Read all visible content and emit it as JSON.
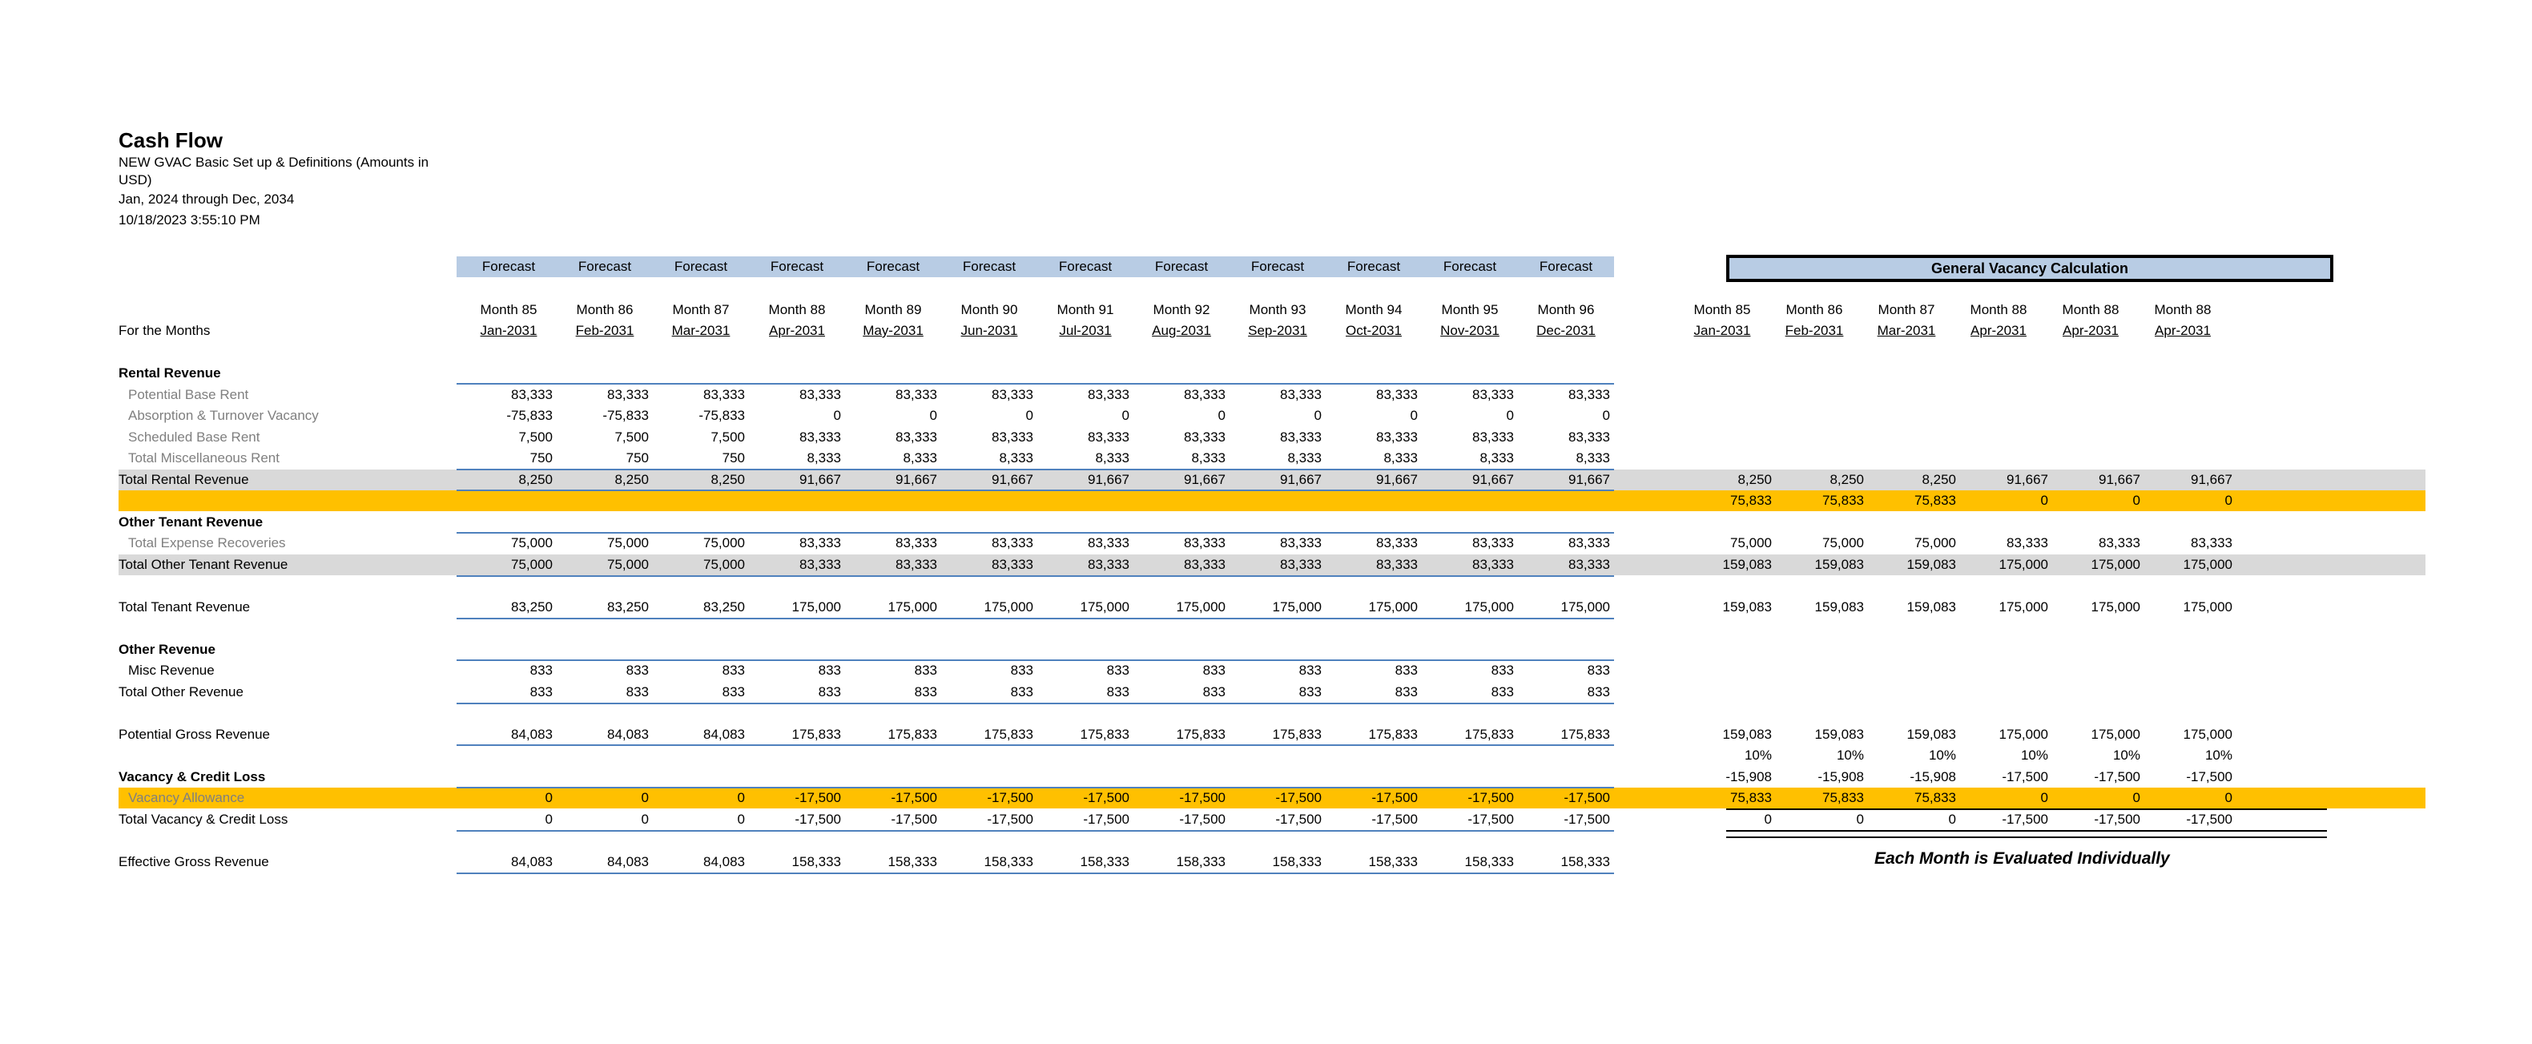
{
  "header": {
    "title": "Cash Flow",
    "subtitle_line1": "NEW GVAC Basic Set up & Definitions (Amounts in",
    "subtitle_line2": "USD)",
    "period": "Jan, 2024 through Dec, 2034",
    "timestamp": "10/18/2023 3:55:10 PM"
  },
  "forecast_label": "Forecast",
  "for_the_months": "For the Months",
  "months": [
    {
      "m": "Month 85",
      "d": "Jan-2031"
    },
    {
      "m": "Month 86",
      "d": "Feb-2031"
    },
    {
      "m": "Month 87",
      "d": "Mar-2031"
    },
    {
      "m": "Month 88",
      "d": "Apr-2031"
    },
    {
      "m": "Month 89",
      "d": "May-2031"
    },
    {
      "m": "Month 90",
      "d": "Jun-2031"
    },
    {
      "m": "Month 91",
      "d": "Jul-2031"
    },
    {
      "m": "Month 92",
      "d": "Aug-2031"
    },
    {
      "m": "Month 93",
      "d": "Sep-2031"
    },
    {
      "m": "Month 94",
      "d": "Oct-2031"
    },
    {
      "m": "Month 95",
      "d": "Nov-2031"
    },
    {
      "m": "Month 96",
      "d": "Dec-2031"
    }
  ],
  "gv": {
    "title": "General Vacancy Calculation",
    "months": [
      {
        "m": "Month 85",
        "d": "Jan-2031"
      },
      {
        "m": "Month 86",
        "d": "Feb-2031"
      },
      {
        "m": "Month 87",
        "d": "Mar-2031"
      },
      {
        "m": "Month 88",
        "d": "Apr-2031"
      },
      {
        "m": "Month 88",
        "d": "Apr-2031"
      },
      {
        "m": "Month 88",
        "d": "Apr-2031"
      }
    ],
    "note": "Each Month is Evaluated Individually"
  },
  "sections": {
    "rental_revenue": "Rental Revenue",
    "other_tenant_revenue": "Other Tenant Revenue",
    "other_revenue": "Other Revenue",
    "vacancy_credit_loss": "Vacancy & Credit Loss"
  },
  "rows": {
    "potential_base_rent": {
      "label": "Potential Base Rent",
      "v": [
        "83,333",
        "83,333",
        "83,333",
        "83,333",
        "83,333",
        "83,333",
        "83,333",
        "83,333",
        "83,333",
        "83,333",
        "83,333",
        "83,333"
      ]
    },
    "absorption": {
      "label": "Absorption & Turnover Vacancy",
      "v": [
        "-75,833",
        "-75,833",
        "-75,833",
        "0",
        "0",
        "0",
        "0",
        "0",
        "0",
        "0",
        "0",
        "0"
      ]
    },
    "scheduled_base_rent": {
      "label": "Scheduled Base Rent",
      "v": [
        "7,500",
        "7,500",
        "7,500",
        "83,333",
        "83,333",
        "83,333",
        "83,333",
        "83,333",
        "83,333",
        "83,333",
        "83,333",
        "83,333"
      ]
    },
    "total_misc_rent": {
      "label": "Total Miscellaneous Rent",
      "v": [
        "750",
        "750",
        "750",
        "8,333",
        "8,333",
        "8,333",
        "8,333",
        "8,333",
        "8,333",
        "8,333",
        "8,333",
        "8,333"
      ]
    },
    "total_rental_revenue": {
      "label": "Total Rental Revenue",
      "v": [
        "8,250",
        "8,250",
        "8,250",
        "91,667",
        "91,667",
        "91,667",
        "91,667",
        "91,667",
        "91,667",
        "91,667",
        "91,667",
        "91,667"
      ],
      "gv": [
        "8,250",
        "8,250",
        "8,250",
        "91,667",
        "91,667",
        "91,667"
      ]
    },
    "gold_row": {
      "gv": [
        "75,833",
        "75,833",
        "75,833",
        "0",
        "0",
        "0"
      ]
    },
    "total_expense_recoveries": {
      "label": "Total Expense Recoveries",
      "v": [
        "75,000",
        "75,000",
        "75,000",
        "83,333",
        "83,333",
        "83,333",
        "83,333",
        "83,333",
        "83,333",
        "83,333",
        "83,333",
        "83,333"
      ],
      "gv": [
        "75,000",
        "75,000",
        "75,000",
        "83,333",
        "83,333",
        "83,333"
      ]
    },
    "total_other_tenant_revenue": {
      "label": "Total Other Tenant Revenue",
      "v": [
        "75,000",
        "75,000",
        "75,000",
        "83,333",
        "83,333",
        "83,333",
        "83,333",
        "83,333",
        "83,333",
        "83,333",
        "83,333",
        "83,333"
      ],
      "gv": [
        "159,083",
        "159,083",
        "159,083",
        "175,000",
        "175,000",
        "175,000"
      ]
    },
    "total_tenant_revenue": {
      "label": "Total Tenant Revenue",
      "v": [
        "83,250",
        "83,250",
        "83,250",
        "175,000",
        "175,000",
        "175,000",
        "175,000",
        "175,000",
        "175,000",
        "175,000",
        "175,000",
        "175,000"
      ],
      "gv": [
        "159,083",
        "159,083",
        "159,083",
        "175,000",
        "175,000",
        "175,000"
      ]
    },
    "misc_revenue": {
      "label": "Misc Revenue",
      "v": [
        "833",
        "833",
        "833",
        "833",
        "833",
        "833",
        "833",
        "833",
        "833",
        "833",
        "833",
        "833"
      ]
    },
    "total_other_revenue": {
      "label": "Total Other Revenue",
      "v": [
        "833",
        "833",
        "833",
        "833",
        "833",
        "833",
        "833",
        "833",
        "833",
        "833",
        "833",
        "833"
      ]
    },
    "potential_gross_revenue": {
      "label": "Potential Gross Revenue",
      "v": [
        "84,083",
        "84,083",
        "84,083",
        "175,833",
        "175,833",
        "175,833",
        "175,833",
        "175,833",
        "175,833",
        "175,833",
        "175,833",
        "175,833"
      ],
      "gv": [
        "159,083",
        "159,083",
        "159,083",
        "175,000",
        "175,000",
        "175,000"
      ]
    },
    "gv_pct": {
      "gv": [
        "10%",
        "10%",
        "10%",
        "10%",
        "10%",
        "10%"
      ]
    },
    "gv_vac": {
      "gv": [
        "-15,908",
        "-15,908",
        "-15,908",
        "-17,500",
        "-17,500",
        "-17,500"
      ]
    },
    "vacancy_allowance": {
      "label": "Vacancy Allowance",
      "v": [
        "0",
        "0",
        "0",
        "-17,500",
        "-17,500",
        "-17,500",
        "-17,500",
        "-17,500",
        "-17,500",
        "-17,500",
        "-17,500",
        "-17,500"
      ],
      "gv": [
        "75,833",
        "75,833",
        "75,833",
        "0",
        "0",
        "0"
      ]
    },
    "total_vacancy_credit_loss": {
      "label": "Total Vacancy & Credit Loss",
      "v": [
        "0",
        "0",
        "0",
        "-17,500",
        "-17,500",
        "-17,500",
        "-17,500",
        "-17,500",
        "-17,500",
        "-17,500",
        "-17,500",
        "-17,500"
      ],
      "gv": [
        "0",
        "0",
        "0",
        "-17,500",
        "-17,500",
        "-17,500"
      ]
    },
    "effective_gross_revenue": {
      "label": "Effective Gross Revenue",
      "v": [
        "84,083",
        "84,083",
        "84,083",
        "158,333",
        "158,333",
        "158,333",
        "158,333",
        "158,333",
        "158,333",
        "158,333",
        "158,333",
        "158,333"
      ]
    }
  }
}
